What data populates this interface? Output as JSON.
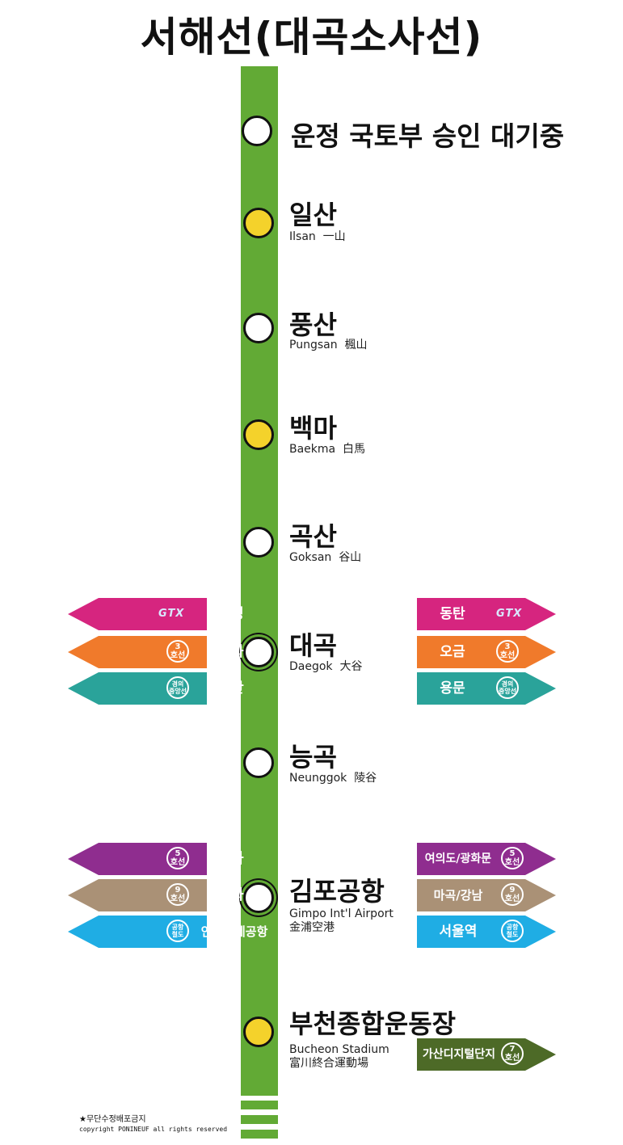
{
  "title": "서해선(대곡소사선)",
  "pending_note": "운정  국토부 승인 대기중",
  "stations": [
    {
      "kr": "일산",
      "en": "Ilsan",
      "hanja": "一山",
      "color": "yellow"
    },
    {
      "kr": "풍산",
      "en": "Pungsan",
      "hanja": "楓山",
      "color": "white"
    },
    {
      "kr": "백마",
      "en": "Baekma",
      "hanja": "白馬",
      "color": "yellow"
    },
    {
      "kr": "곡산",
      "en": "Goksan",
      "hanja": "谷山",
      "color": "white"
    },
    {
      "kr": "대곡",
      "en": "Daegok",
      "hanja": "大谷",
      "color": "white"
    },
    {
      "kr": "능곡",
      "en": "Neunggok",
      "hanja": "陵谷",
      "color": "white"
    },
    {
      "kr": "김포공항",
      "en": "Gimpo Int'l Airport",
      "hanja": "金浦空港",
      "color": "white"
    },
    {
      "kr": "부천종합운동장",
      "en": "Bucheon Stadium",
      "hanja": "富川終合運動場",
      "color": "yellow"
    }
  ],
  "transfers": {
    "daegok_left": [
      {
        "label": "운정",
        "badge": "GTX",
        "color": "#d6257f"
      },
      {
        "label": "대화",
        "badge_top": "3",
        "badge_bottom": "호선",
        "color": "#f07a2b"
      },
      {
        "label": "문산",
        "badge_top": "경의",
        "badge_bottom": "중앙선",
        "color": "#2aa39a"
      }
    ],
    "daegok_right": [
      {
        "label": "동탄",
        "badge": "GTX",
        "color": "#d6257f"
      },
      {
        "label": "오금",
        "badge_top": "3",
        "badge_bottom": "호선",
        "color": "#f07a2b"
      },
      {
        "label": "용문",
        "badge_top": "경의",
        "badge_bottom": "중앙선",
        "color": "#2aa39a"
      }
    ],
    "gimpo_left": [
      {
        "label": "방화",
        "badge_top": "5",
        "badge_bottom": "호선",
        "color": "#8f2d8f"
      },
      {
        "label": "개화",
        "badge_top": "9",
        "badge_bottom": "호선",
        "color": "#aa9176"
      },
      {
        "label": "인천국제공항",
        "badge_top": "공항",
        "badge_bottom": "철도",
        "color": "#1fade4"
      }
    ],
    "gimpo_right": [
      {
        "label": "여의도/광화문",
        "badge_top": "5",
        "badge_bottom": "호선",
        "color": "#8f2d8f"
      },
      {
        "label": "마곡/강남",
        "badge_top": "9",
        "badge_bottom": "호선",
        "color": "#aa9176"
      },
      {
        "label": "서울역",
        "badge_top": "공항",
        "badge_bottom": "철도",
        "color": "#1fade4"
      }
    ],
    "bucheon_right": [
      {
        "label": "가산디지털단지",
        "badge_top": "7",
        "badge_bottom": "호선",
        "color": "#4d6a27"
      }
    ]
  },
  "line_color": "#62aa35",
  "footer": {
    "notice": "★무단수정배포금지",
    "copyright": "copyright PONINEUF all rights reserved"
  }
}
